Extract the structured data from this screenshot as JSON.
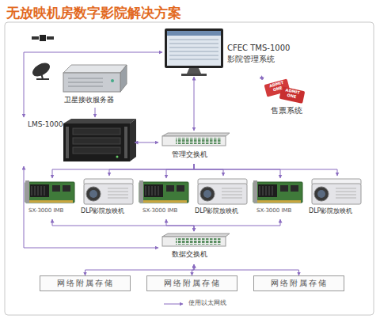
{
  "diagram": {
    "title": "无放映机房数字影院解决方案",
    "nodes": [
      {
        "text": [
          "CFEC TMS-1000",
          "影院管理系统"
        ]
      },
      {
        "text": [
          "卫星接收服务器"
        ]
      },
      {
        "text": [
          "售票系统"
        ]
      },
      {
        "text": [
          "LMS-1000"
        ]
      },
      {
        "text": [
          "管理交换机"
        ]
      },
      {
        "text": [
          "SX-3000 IMB"
        ]
      },
      {
        "text": [
          "DLP影院放映机"
        ]
      },
      {
        "text": [
          "SX-3000 IMB"
        ]
      },
      {
        "text": [
          "DLP影院放映机"
        ]
      },
      {
        "text": [
          "SX-3000 IMB"
        ]
      },
      {
        "text": [
          "DLP影院放映机"
        ]
      },
      {
        "text": [
          "数据交换机"
        ]
      },
      {
        "text": [
          "网络附属存储"
        ]
      },
      {
        "text": [
          "网络附属存储"
        ]
      },
      {
        "text": [
          "网络附属存储"
        ]
      }
    ],
    "edges": [
      {
        "from": 1,
        "to": 3,
        "arrow": "to"
      },
      {
        "from": 0,
        "to": 3,
        "arrow": "both"
      },
      {
        "from": 0,
        "to": 2,
        "arrow": "both"
      },
      {
        "from": 0,
        "to": 4,
        "arrow": "both"
      },
      {
        "from": 3,
        "to": 4,
        "arrow": "both"
      },
      {
        "from": 4,
        "to": 5,
        "arrow": "to"
      },
      {
        "from": 4,
        "to": 6,
        "arrow": "to"
      },
      {
        "from": 4,
        "to": 7,
        "arrow": "to"
      },
      {
        "from": 4,
        "to": 8,
        "arrow": "to"
      },
      {
        "from": 4,
        "to": 9,
        "arrow": "to"
      },
      {
        "from": 4,
        "to": 10,
        "arrow": "to"
      },
      {
        "from": 5,
        "to": 11,
        "arrow": "both"
      },
      {
        "from": 7,
        "to": 11,
        "arrow": "both"
      },
      {
        "from": 9,
        "to": 11,
        "arrow": "both"
      },
      {
        "from": 3,
        "to": 11,
        "arrow": "both"
      },
      {
        "from": 11,
        "to": 12,
        "arrow": "both"
      },
      {
        "from": 11,
        "to": 13,
        "arrow": "both"
      },
      {
        "from": 11,
        "to": 14,
        "arrow": "both"
      }
    ],
    "labels": [
      "ADMIT ONE",
      "ADMIT ONE"
    ],
    "legend": [
      {
        "text": "使用以太网线"
      }
    ]
  }
}
